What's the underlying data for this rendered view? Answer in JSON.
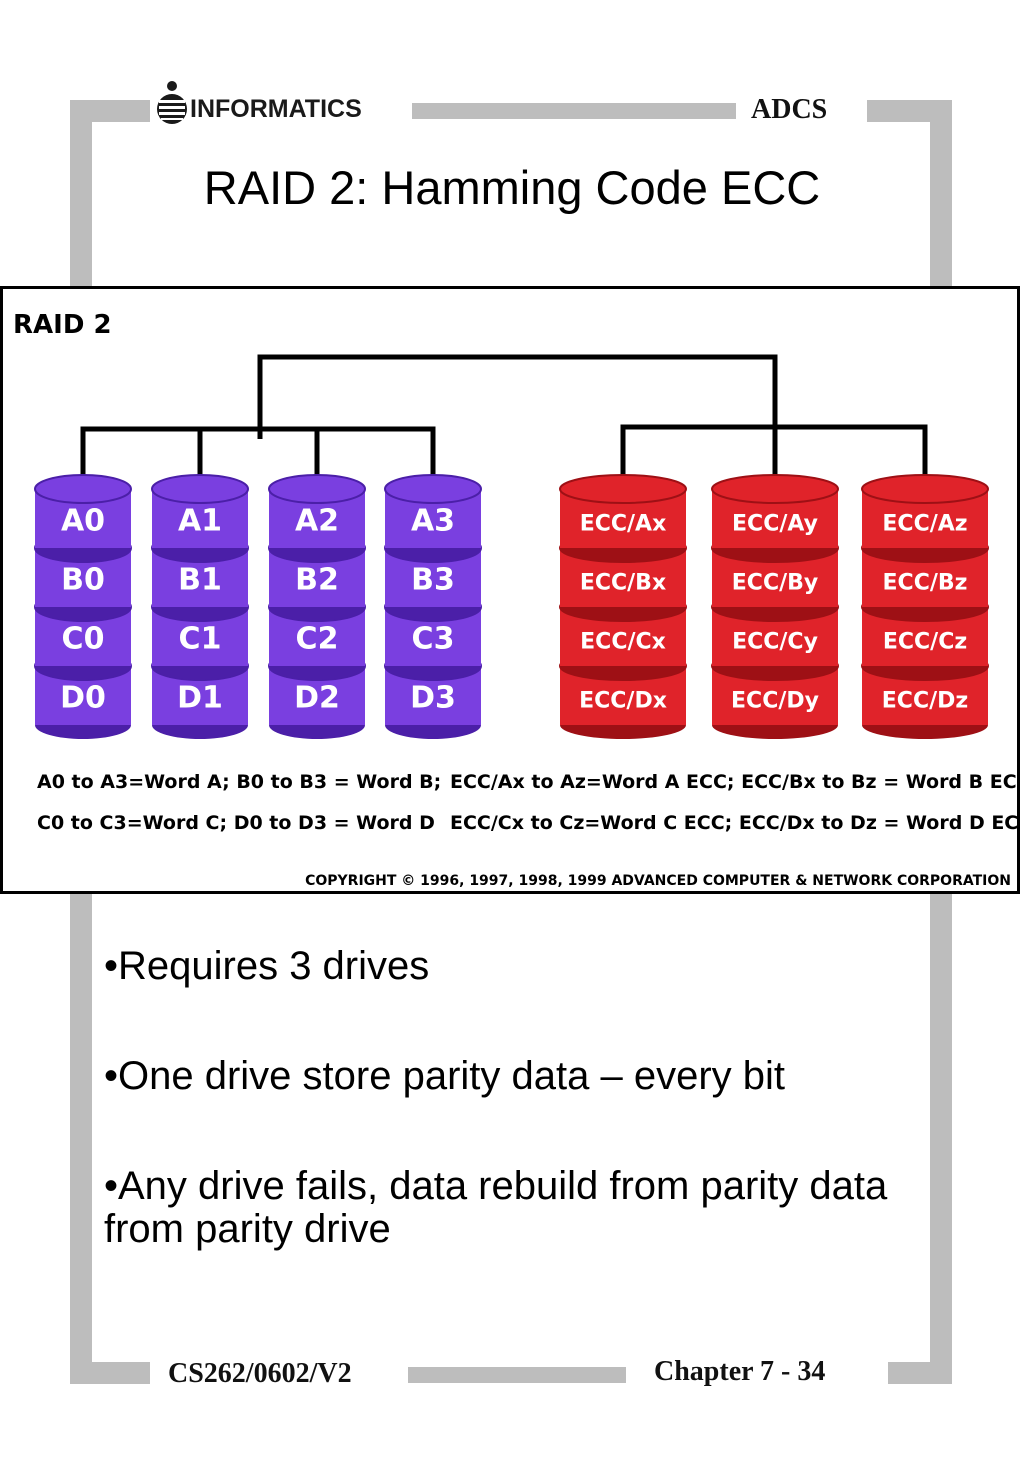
{
  "header": {
    "logo_text": "INFORMATICS",
    "right_label": "ADCS"
  },
  "slide": {
    "title": "RAID 2: Hamming Code ECC"
  },
  "diagram": {
    "heading": "RAID 2",
    "data_drives": [
      {
        "blocks": [
          "A0",
          "B0",
          "C0",
          "D0"
        ]
      },
      {
        "blocks": [
          "A1",
          "B1",
          "C1",
          "D1"
        ]
      },
      {
        "blocks": [
          "A2",
          "B2",
          "C2",
          "D2"
        ]
      },
      {
        "blocks": [
          "A3",
          "B3",
          "C3",
          "D3"
        ]
      }
    ],
    "ecc_drives": [
      {
        "blocks": [
          "ECC/Ax",
          "ECC/Bx",
          "ECC/Cx",
          "ECC/Dx"
        ]
      },
      {
        "blocks": [
          "ECC/Ay",
          "ECC/By",
          "ECC/Cy",
          "ECC/Dy"
        ]
      },
      {
        "blocks": [
          "ECC/Az",
          "ECC/Bz",
          "ECC/Cz",
          "ECC/Dz"
        ]
      }
    ],
    "legend_left": [
      "A0 to A3=Word A; B0 to B3 = Word B;",
      "C0 to C3=Word C; D0 to D3 = Word D"
    ],
    "legend_right": [
      "ECC/Ax to Az=Word A ECC; ECC/Bx to Bz = Word B ECC;",
      "ECC/Cx to Cz=Word C ECC; ECC/Dx to Dz = Word D ECC"
    ],
    "copyright": "COPYRIGHT © 1996, 1997, 1998, 1999 ADVANCED COMPUTER & NETWORK CORPORATION",
    "colors": {
      "data_drive": "#7a3fe0",
      "data_drive_dark": "#4b1fa8",
      "ecc_drive": "#e0232a",
      "ecc_drive_dark": "#9e1015"
    }
  },
  "bullets": [
    "•Requires 3 drives",
    "•One drive store parity data – every bit",
    "•Any drive fails, data rebuild from parity data from parity drive"
  ],
  "footer": {
    "left": "CS262/0602/V2",
    "right": "Chapter 7 - 34"
  }
}
